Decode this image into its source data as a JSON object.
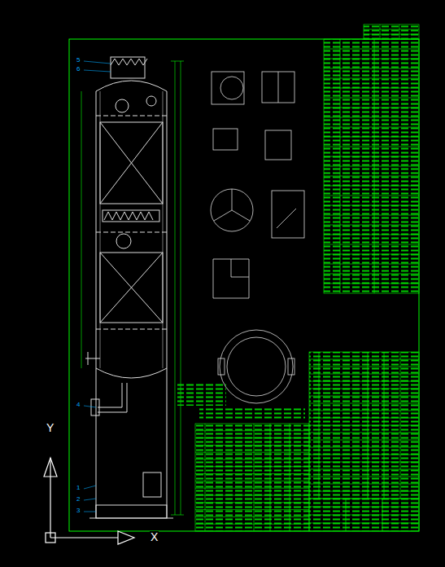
{
  "diagram": {
    "labels": [
      "Y",
      "X",
      "1",
      "2",
      "3",
      "4",
      "5",
      "6"
    ]
  }
}
